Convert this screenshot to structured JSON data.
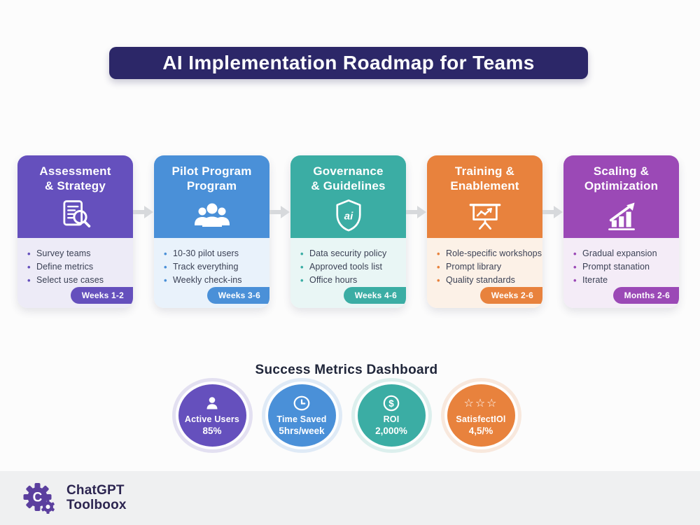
{
  "page": {
    "background": "#fcfcfc",
    "footer_background": "#eff0f1",
    "arrow_color": "#d7d9dc"
  },
  "header": {
    "title": "AI Implementation Roadmap for Teams",
    "background": "#2c2768"
  },
  "phases": [
    {
      "title_line1": "Assessment",
      "title_line2": "& Strategy",
      "icon": "document-search-icon",
      "accent": "#6550bd",
      "tint": "#edebf7",
      "bullets": [
        "Survey teams",
        "Define metrics",
        "Select use cases"
      ],
      "badge": "Weeks 1-2"
    },
    {
      "title_line1": "Pilot Program",
      "title_line2": "Program",
      "icon": "team-users-icon",
      "accent": "#4a90d8",
      "tint": "#e9f2fb",
      "bullets": [
        "10-30 pilot users",
        "Track everything",
        "Weekly check-ins"
      ],
      "badge": "Weeks 3-6"
    },
    {
      "title_line1": "Governance",
      "title_line2": "& Guidelines",
      "icon": "shield-ai-icon",
      "accent": "#3bada4",
      "tint": "#e9f6f5",
      "bullets": [
        "Data security policy",
        "Approved tools list",
        "Office hours"
      ],
      "badge": "Weeks 4-6"
    },
    {
      "title_line1": "Training &",
      "title_line2": "Enablement",
      "icon": "presentation-chart-icon",
      "accent": "#e8823d",
      "tint": "#fcf1e7",
      "bullets": [
        "Role-specific workshops",
        "Prompt library",
        "Quality standards"
      ],
      "badge": "Weeks 2-6"
    },
    {
      "title_line1": "Scaling &",
      "title_line2": "Optimization",
      "icon": "growth-chart-icon",
      "accent": "#9b49b6",
      "tint": "#f4ecf7",
      "bullets": [
        "Gradual expansion",
        "Prompt stanation",
        "Iterate"
      ],
      "badge": "Months 2-6"
    }
  ],
  "metrics": {
    "heading": "Success Metrics Dashboard",
    "items": [
      {
        "icon": "user-icon",
        "label": "Active Users",
        "value": "85%",
        "color": "#6550bd"
      },
      {
        "icon": "clock-icon",
        "label": "Time Saved",
        "value": "5hrs/week",
        "color": "#4a90d8"
      },
      {
        "icon": "dollar-icon",
        "label": "ROI",
        "value": "2,000%",
        "color": "#3bada4"
      },
      {
        "icon": "stars-icon",
        "label": "SatisfectIOl",
        "value": "4,5/%",
        "color": "#e8823d",
        "stars": "☆☆☆"
      }
    ]
  },
  "footer": {
    "logo_icon": "gear-logo-icon",
    "brand_line1": "ChatGPT",
    "brand_line2": "Toolboox"
  }
}
